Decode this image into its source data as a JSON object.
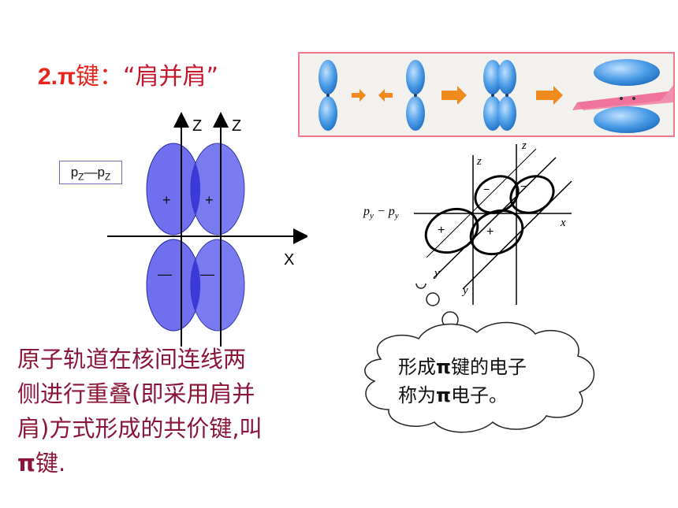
{
  "title": {
    "number": "2.",
    "pi": "π",
    "key": "键：",
    "quote": "“肩并肩”"
  },
  "pz_label": {
    "main": "p",
    "sub1": "Z",
    "dash": "—p",
    "sub2": "Z"
  },
  "left_diagram": {
    "z1": "Z",
    "z2": "Z",
    "x": "X",
    "top_left_sign": "+",
    "top_right_sign": "+",
    "bottom_left_sign": "—",
    "bottom_right_sign": "—",
    "lobe_color": "#6f6ff0",
    "overlap_color": "#3a3ad8"
  },
  "right_diagram": {
    "z_outer": "z",
    "z_inner": "z",
    "x": "x",
    "y1": "y",
    "y2": "y",
    "py_label": "p",
    "py_sub": "y",
    "py_dash": " − p",
    "py_sub2": "y",
    "sign_plus1": "+",
    "sign_plus2": "+",
    "sign_minus1": "−",
    "sign_minus2": "−"
  },
  "main_text": {
    "line1": "原子轨道在核间连线两",
    "line2": "侧进行重叠(即采用肩并",
    "line3": "肩)方式形成的共价键,叫",
    "line4_pi": "π",
    "line4_rest": "键."
  },
  "bubble": {
    "line1_a": "形成",
    "line1_pi": "π",
    "line1_b": "键的电子",
    "line2_a": "称为",
    "line2_pi": "π",
    "line2_b": "电子。"
  },
  "colors": {
    "title_red": "#e8231c",
    "text_maroon": "#8b1538",
    "photo_border": "#f07a8a",
    "orbital_blue": "#3b8ede",
    "arrow_orange": "#f08a1c",
    "plane_pink": "#f06e9a"
  }
}
